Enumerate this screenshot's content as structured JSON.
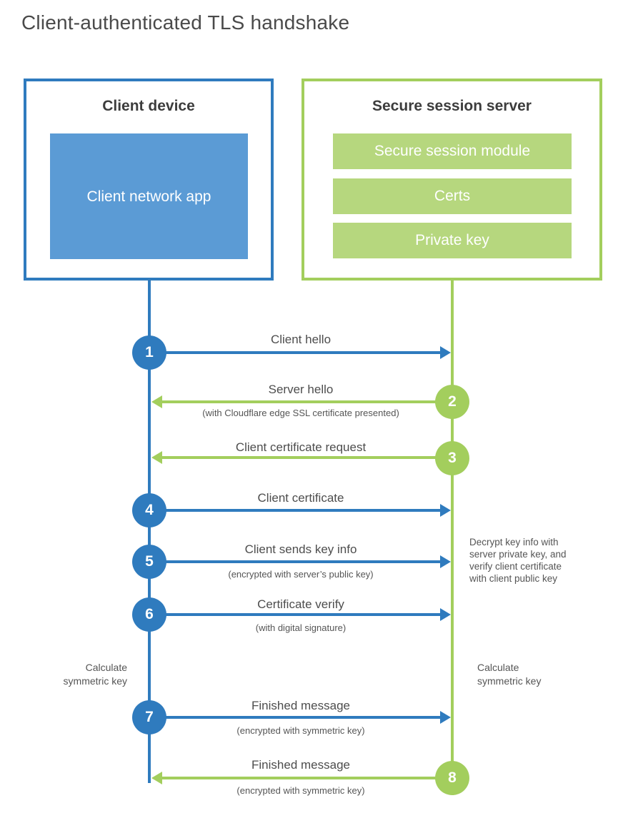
{
  "title": "Client-authenticated TLS handshake",
  "colors": {
    "client_blue": "#2f7bbe",
    "client_fill_blue": "#5b9bd5",
    "server_green": "#a3ce5d",
    "server_fill_green": "#b6d77e",
    "heading_text": "#3d3d3d",
    "label_text": "#4d4d4d",
    "note_text": "#555555"
  },
  "actors": {
    "client": {
      "title": "Client device",
      "inner_box": "Client network app"
    },
    "server": {
      "title": "Secure session server",
      "modules": [
        "Secure session module",
        "Certs",
        "Private key"
      ]
    }
  },
  "steps": [
    {
      "num": "1",
      "label": "Client hello",
      "sub": "",
      "direction": "right",
      "from": "client"
    },
    {
      "num": "2",
      "label": "Server hello",
      "sub": "(with Cloudflare edge SSL certificate presented)",
      "direction": "left",
      "from": "server"
    },
    {
      "num": "3",
      "label": "Client certificate request",
      "sub": "",
      "direction": "left",
      "from": "server"
    },
    {
      "num": "4",
      "label": "Client certificate",
      "sub": "",
      "direction": "right",
      "from": "client"
    },
    {
      "num": "5",
      "label": "Client sends key info",
      "sub": "(encrypted with server’s public key)",
      "direction": "right",
      "from": "client"
    },
    {
      "num": "6",
      "label": "Certificate verify",
      "sub": "(with digital signature)",
      "direction": "right",
      "from": "client"
    },
    {
      "num": "7",
      "label": "Finished message",
      "sub": "(encrypted with symmetric key)",
      "direction": "right",
      "from": "client"
    },
    {
      "num": "8",
      "label": "Finished message",
      "sub": "(encrypted with symmetric key)",
      "direction": "left",
      "from": "server"
    }
  ],
  "annotations": {
    "server_note_lines": [
      "Decrypt key info with",
      "server private key, and",
      "verify client certificate",
      "with client public key"
    ],
    "client_calc_lines": [
      "Calculate",
      "symmetric key"
    ],
    "server_calc_lines": [
      "Calculate",
      "symmetric key"
    ]
  }
}
